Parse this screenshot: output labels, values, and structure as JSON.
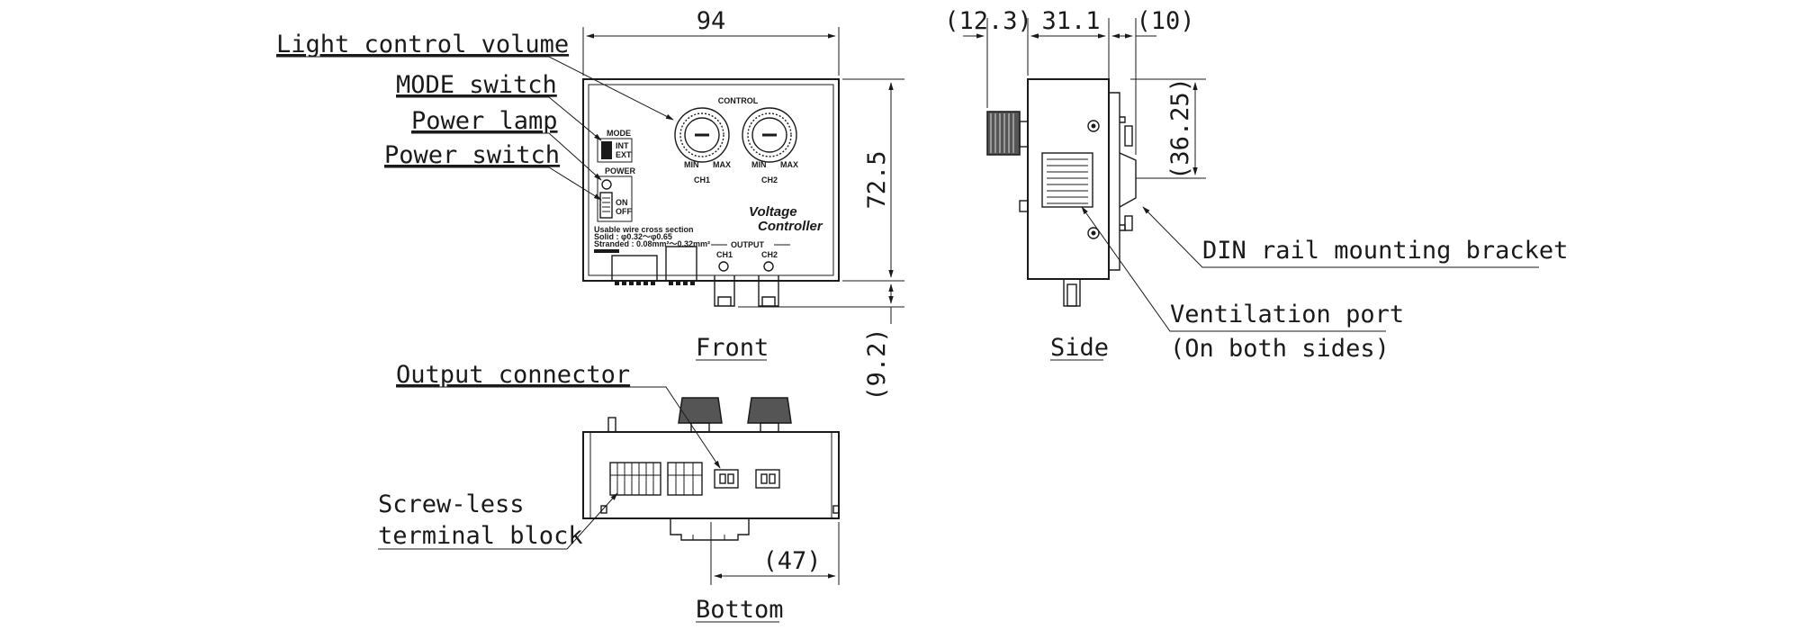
{
  "labels": {
    "light_control_volume": "Light control volume",
    "mode_switch": "MODE switch",
    "power_lamp": "Power lamp",
    "power_switch": "Power switch",
    "din_rail_bracket": "DIN rail mounting bracket",
    "ventilation_port_line1": "Ventilation port",
    "ventilation_port_line2": "(On both sides)",
    "output_connector": "Output connector",
    "screwless_line1": "Screw-less",
    "screwless_line2": "terminal block"
  },
  "views": {
    "front": "Front",
    "side": "Side",
    "bottom": "Bottom"
  },
  "dimensions": {
    "width": "94",
    "height": "72.5",
    "connector_depth": "(9.2)",
    "knob_depth": "(12.3)",
    "side_depth": "31.1",
    "bracket_depth": "(10)",
    "bracket_height": "(36.25)",
    "bottom_offset": "(47)"
  },
  "panel": {
    "control": "CONTROL",
    "mode": "MODE",
    "int": "INT",
    "ext": "EXT",
    "power": "POWER",
    "on": "ON",
    "off": "OFF",
    "min": "MIN",
    "max": "MAX",
    "ch1": "CH1",
    "ch2": "CH2",
    "output": "OUTPUT",
    "brand_line1": "Voltage",
    "brand_line2": "Controller",
    "wire_title": "Usable wire cross section",
    "wire_solid": "Solid : φ0.32～φ0.65",
    "wire_stranded": "Stranded : 0.08mm²～0.32mm²"
  }
}
